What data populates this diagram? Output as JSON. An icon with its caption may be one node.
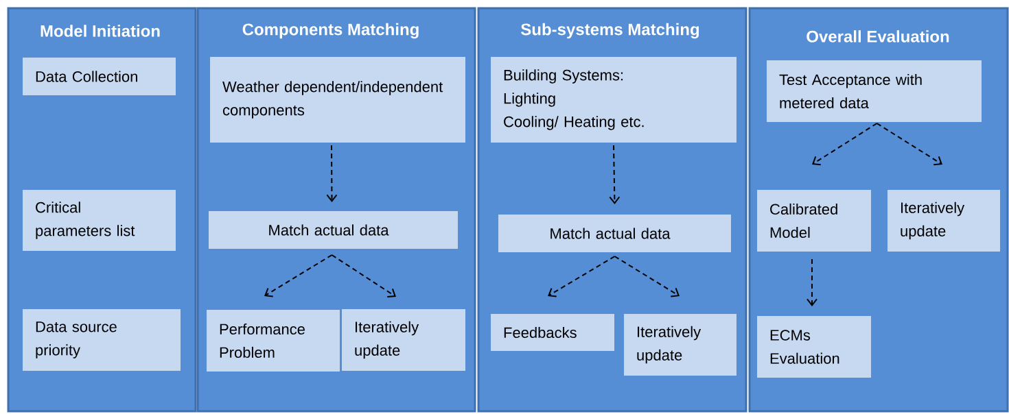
{
  "diagram": {
    "nodes": [
      {
        "text": [
          "Model Initiation"
        ]
      },
      {
        "text": [
          "Data Collection"
        ],
        "in": 0
      },
      {
        "text": [
          "Critical parameters list"
        ],
        "in": 0
      },
      {
        "text": [
          "Data source priority"
        ],
        "in": 0
      },
      {
        "text": [
          "Components Matching"
        ]
      },
      {
        "text": [
          "Weather dependent/independent components"
        ],
        "in": 4
      },
      {
        "text": [
          "Match actual data"
        ],
        "in": 4
      },
      {
        "text": [
          "Performance Problem"
        ],
        "in": 4
      },
      {
        "text": [
          "Iteratively update"
        ],
        "in": 4
      },
      {
        "text": [
          "Sub-systems Matching"
        ]
      },
      {
        "text": [
          "Building Systems:",
          "Lighting",
          "Cooling/ Heating etc."
        ],
        "in": 9
      },
      {
        "text": [
          "Match actual data"
        ],
        "in": 9
      },
      {
        "text": [
          "Feedbacks"
        ],
        "in": 9
      },
      {
        "text": [
          "Iteratively update"
        ],
        "in": 9
      },
      {
        "text": [
          "Overall Evaluation"
        ]
      },
      {
        "text": [
          "Test Acceptance with metered data"
        ],
        "in": 14
      },
      {
        "text": [
          "Calibrated Model"
        ],
        "in": 14
      },
      {
        "text": [
          "Iteratively update"
        ],
        "in": 14
      },
      {
        "text": [
          "ECMs Evaluation"
        ],
        "in": 14
      }
    ],
    "edges": [
      {
        "from": 5,
        "to": 6,
        "arrow": "to",
        "style": "dashed"
      },
      {
        "from": 6,
        "to": 7,
        "arrow": "to",
        "style": "dashed"
      },
      {
        "from": 6,
        "to": 8,
        "arrow": "to",
        "style": "dashed"
      },
      {
        "from": 10,
        "to": 11,
        "arrow": "to",
        "style": "dashed"
      },
      {
        "from": 11,
        "to": 12,
        "arrow": "to",
        "style": "dashed"
      },
      {
        "from": 11,
        "to": 13,
        "arrow": "to",
        "style": "dashed"
      },
      {
        "from": 15,
        "to": 16,
        "arrow": "to",
        "style": "dashed"
      },
      {
        "from": 15,
        "to": 17,
        "arrow": "to",
        "style": "dashed"
      },
      {
        "from": 16,
        "to": 18,
        "arrow": "to",
        "style": "dashed"
      }
    ]
  }
}
